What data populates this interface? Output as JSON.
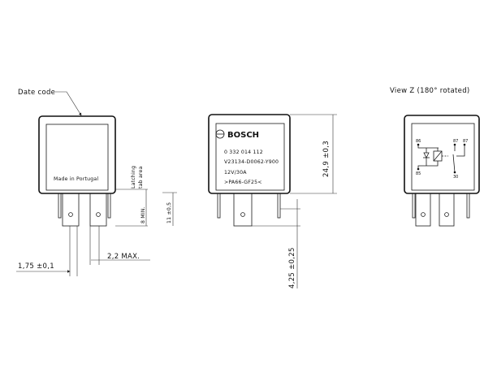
{
  "labels": {
    "date_code": "Date code",
    "view_z": "View Z (180° rotated)",
    "made_in": "Made in Portugal",
    "latching": "Latching",
    "tab_area": "tab area",
    "dim_11": "11 ±0,5",
    "dim_8min": "8 MIN.",
    "dim_175": "1,75 ±0,1",
    "dim_22": "2,2 MAX.",
    "dim_249": "24,9 ±0,3",
    "dim_425": "4,25 ±0,25"
  },
  "bosch_label": {
    "brand": "BOSCH",
    "part_number": "0 332 014 112",
    "code": "V23134-D0062-Y900",
    "rating": "12V/30A",
    "material": ">PA66-GF25<"
  },
  "pins": {
    "p86": "86",
    "p87": "87",
    "p87b": "87",
    "p85": "85",
    "p30": "30"
  }
}
